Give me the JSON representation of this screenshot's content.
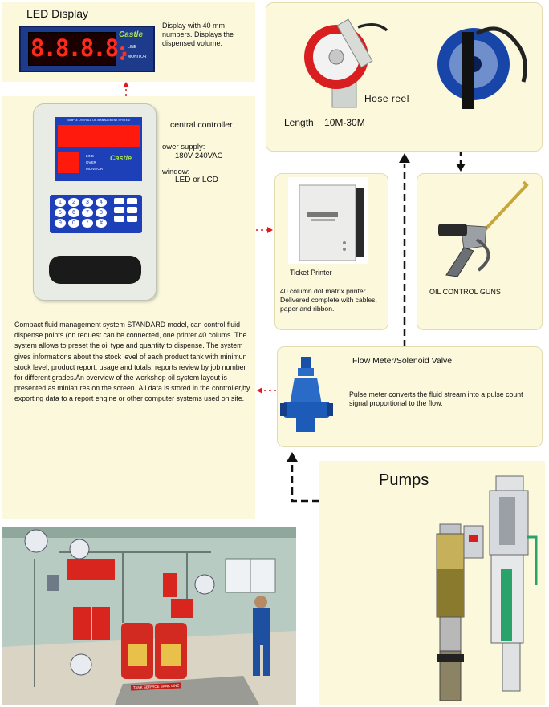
{
  "led_display": {
    "title": "LED Display",
    "digits": "8.8.8.8.",
    "brand": "Castle",
    "lamp_1": "LINE",
    "lamp_2": "MONITOR",
    "description": "Display with 40 mm numbers. Displays the dispensed volume."
  },
  "controller": {
    "label": "central controller",
    "panel_title": "SIMPLE OVERALL OIL MANAGEMENT SYSTEM",
    "power_label": "ower supply:",
    "power_value": "180V-240VAC",
    "window_label": "window:",
    "window_value": "LED or LCD",
    "brand": "Castle",
    "status_1": "LINE",
    "status_2": "OVER",
    "status_3": "MONITOR",
    "keys": [
      "1",
      "2",
      "3",
      "4",
      "5",
      "6",
      "7",
      "8",
      "9",
      "0",
      "*",
      "#"
    ],
    "description": "Compact fluid management system STANDARD model, can control fluid dispense points (on request can be connected, one printer 40 colums. The system allows to preset the oil type and quantity to dispense. The system gives informations about the stock level of each product tank with minimun stock level, product report, usage and totals, reports review by job number for different grades.An overview of the workshop oil system layout is presented as miniatures on the screen .All data is stored in the controller,by exporting data to a report engine or other computer systems used on site."
  },
  "hose_reel": {
    "title": "Hose reel",
    "length": "Length    10M-30M"
  },
  "ticket_printer": {
    "title": "Ticket Printer",
    "description": "40 column dot matrix printer. Delivered complete with cables, paper and ribbon."
  },
  "oil_guns": {
    "title": "OIL CONTROL GUNS"
  },
  "flow_meter": {
    "title": "Flow Meter/Solenoid Valve",
    "description": "Pulse meter converts the fluid stream into a pulse count signal  proportional to the flow."
  },
  "pumps": {
    "title": "Pumps"
  },
  "workshop": {
    "sign_text": "TANK SERVICE BANK LINE"
  },
  "colors": {
    "panel_bg": "#fbf8dc",
    "arrow_red": "#e01a1a",
    "arrow_black": "#111111",
    "controller_blue": "#1d3fb8",
    "led_red": "#ff2a1a"
  }
}
